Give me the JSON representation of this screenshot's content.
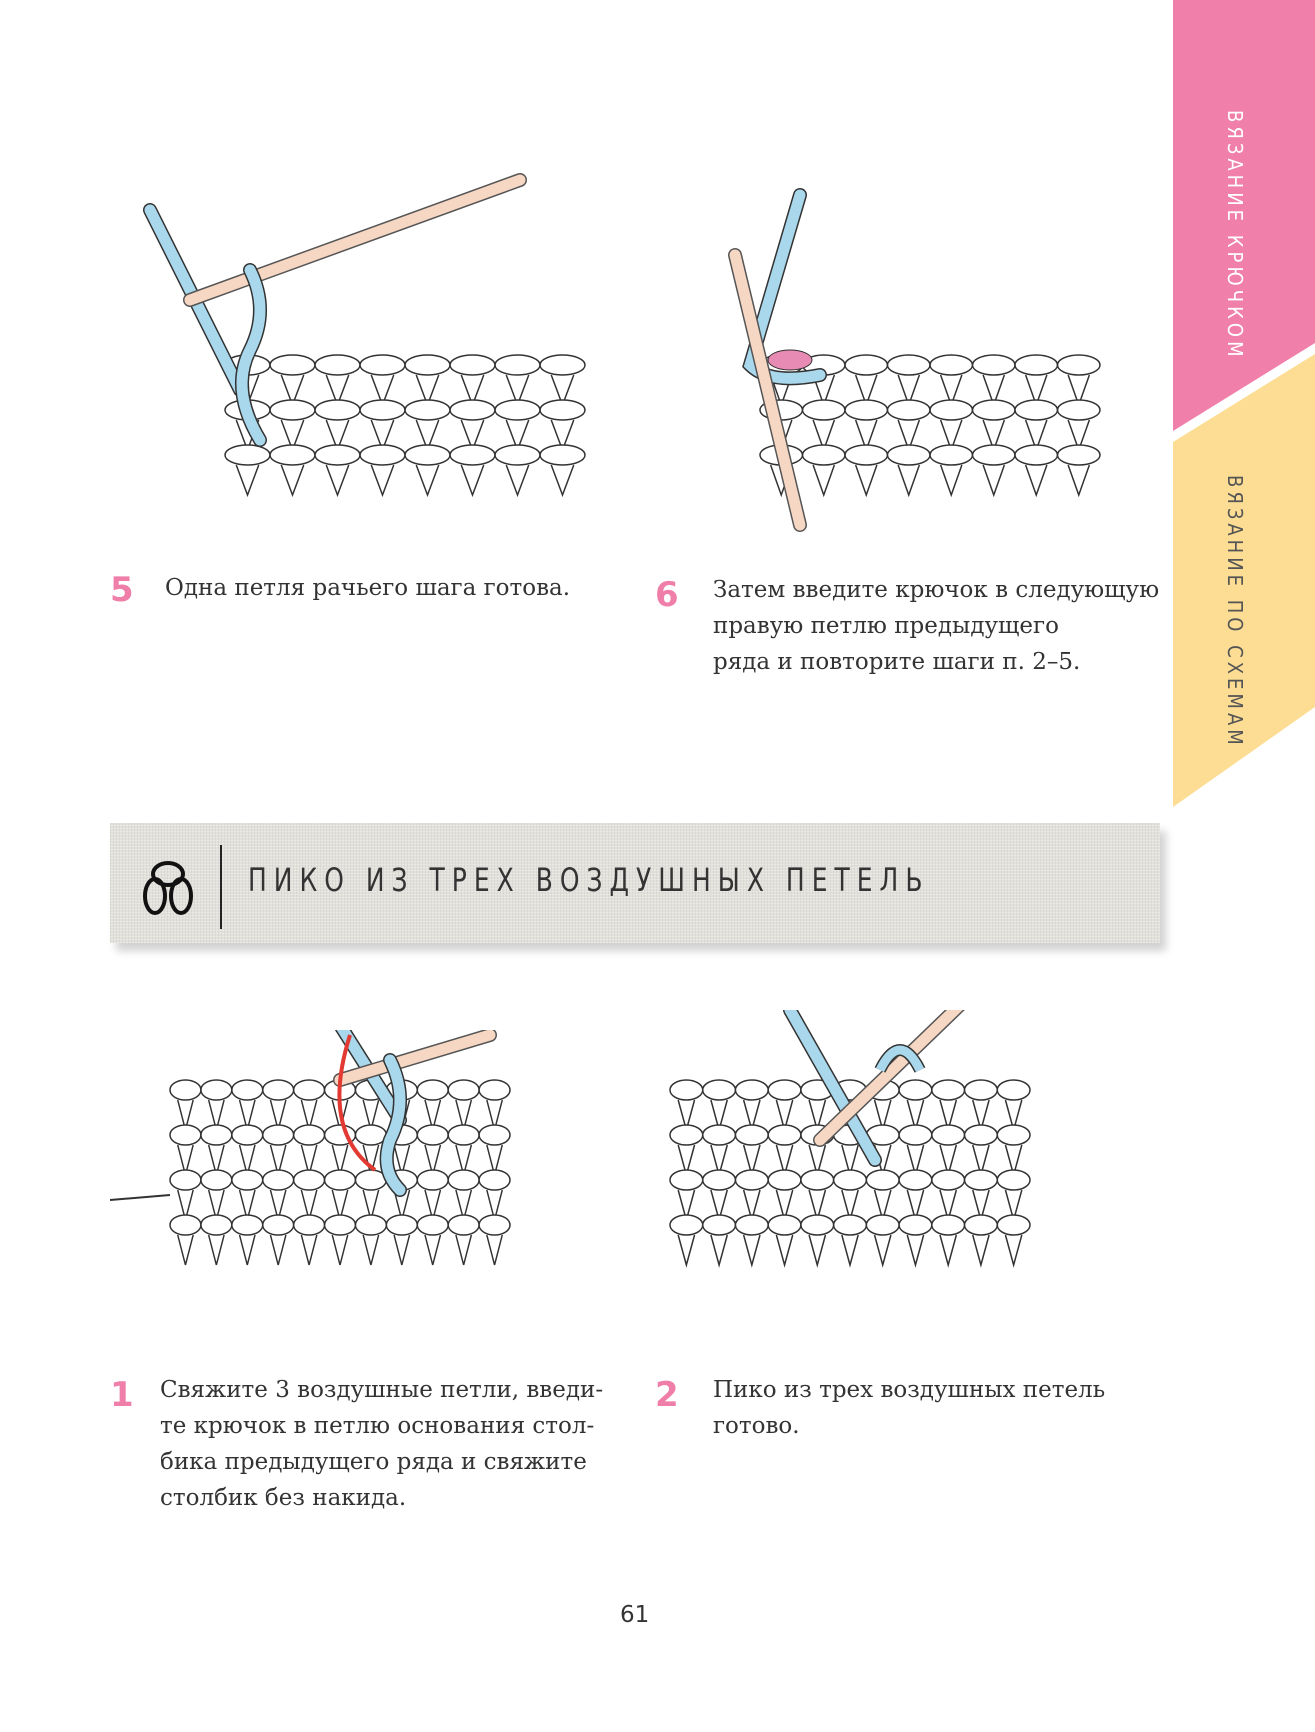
{
  "side_tabs": [
    {
      "label": "ВЯЗАНИЕ КРЮЧКОМ",
      "color": "#f07fa9"
    },
    {
      "label": "ВЯЗАНИЕ ПО СХЕМАМ",
      "color": "#fcdd93"
    }
  ],
  "steps_top": [
    {
      "number": "5",
      "lines": [
        "Одна петля рачьего шага готова."
      ]
    },
    {
      "number": "6",
      "lines": [
        "Затем введите крючок в следующую",
        "правую петлю предыдущего",
        "ряда и повторите шаги п. 2–5."
      ]
    }
  ],
  "section": {
    "title": "ПИКО ИЗ ТРЕХ ВОЗДУШНЫХ ПЕТЕЛЬ",
    "icon": "picot-symbol-icon"
  },
  "steps_bottom": [
    {
      "number": "1",
      "lines": [
        "Свяжите 3 воздушные петли, введи-",
        "те крючок в петлю основания стол-",
        "бика предыдущего ряда и свяжите",
        "столбик без накида."
      ]
    },
    {
      "number": "2",
      "lines": [
        "Пико из трех воздушных петель",
        "готово."
      ]
    }
  ],
  "page_number": "61",
  "colors": {
    "accent_number": "#ef7fa8",
    "yarn": "#a9d8ec",
    "hook": "#f6d7c3",
    "marker": "#e88bb4",
    "arrow": "#e23a32"
  }
}
